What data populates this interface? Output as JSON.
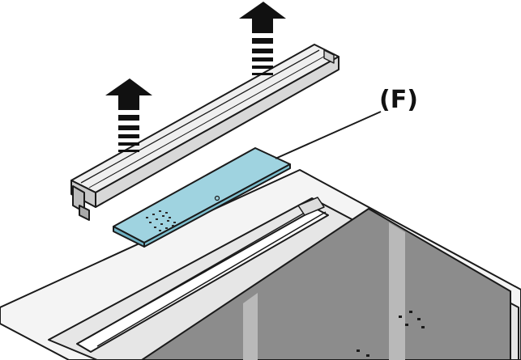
{
  "diagram": {
    "callout_label": "(F)",
    "parts": [
      {
        "name": "trim-strip",
        "icon": "long-bar-part"
      },
      {
        "name": "filter-panel",
        "icon": "blue-filter-panel"
      },
      {
        "name": "appliance-frame",
        "icon": "frame-with-glass"
      }
    ],
    "arrows": [
      {
        "name": "lift-arrow-left",
        "icon": "up-arrow-icon",
        "direction": "up"
      },
      {
        "name": "lift-arrow-right",
        "icon": "up-arrow-icon",
        "direction": "up"
      }
    ],
    "colors": {
      "filter": "#9fd3e0",
      "glass": "#8c8c8c",
      "outline": "#1a1a1a",
      "frame_face": "#f4f4f4"
    }
  }
}
